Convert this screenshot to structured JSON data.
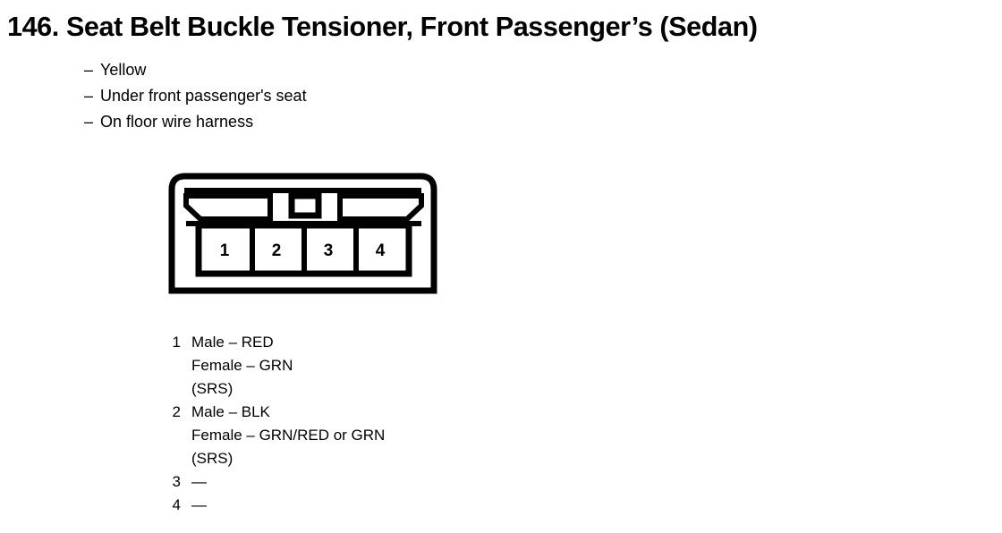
{
  "title": "146. Seat Belt Buckle Tensioner, Front Passenger’s (Sedan)",
  "attributes": {
    "dash": "–",
    "items": [
      {
        "text": "Yellow"
      },
      {
        "text": "Under front passenger's seat"
      },
      {
        "text": "On floor wire harness"
      }
    ]
  },
  "connector": {
    "pin_count": 4,
    "pin_labels": [
      "1",
      "2",
      "3",
      "4"
    ],
    "stroke_color": "#000000",
    "fill_color": "#ffffff"
  },
  "pin_legend": [
    {
      "number": "1",
      "lines": [
        "Male – RED",
        "Female – GRN",
        "(SRS)"
      ]
    },
    {
      "number": "2",
      "lines": [
        "Male – BLK",
        "Female – GRN/RED or GRN",
        "(SRS)"
      ]
    },
    {
      "number": "3",
      "lines": [
        "—"
      ]
    },
    {
      "number": "4",
      "lines": [
        "—"
      ]
    }
  ]
}
